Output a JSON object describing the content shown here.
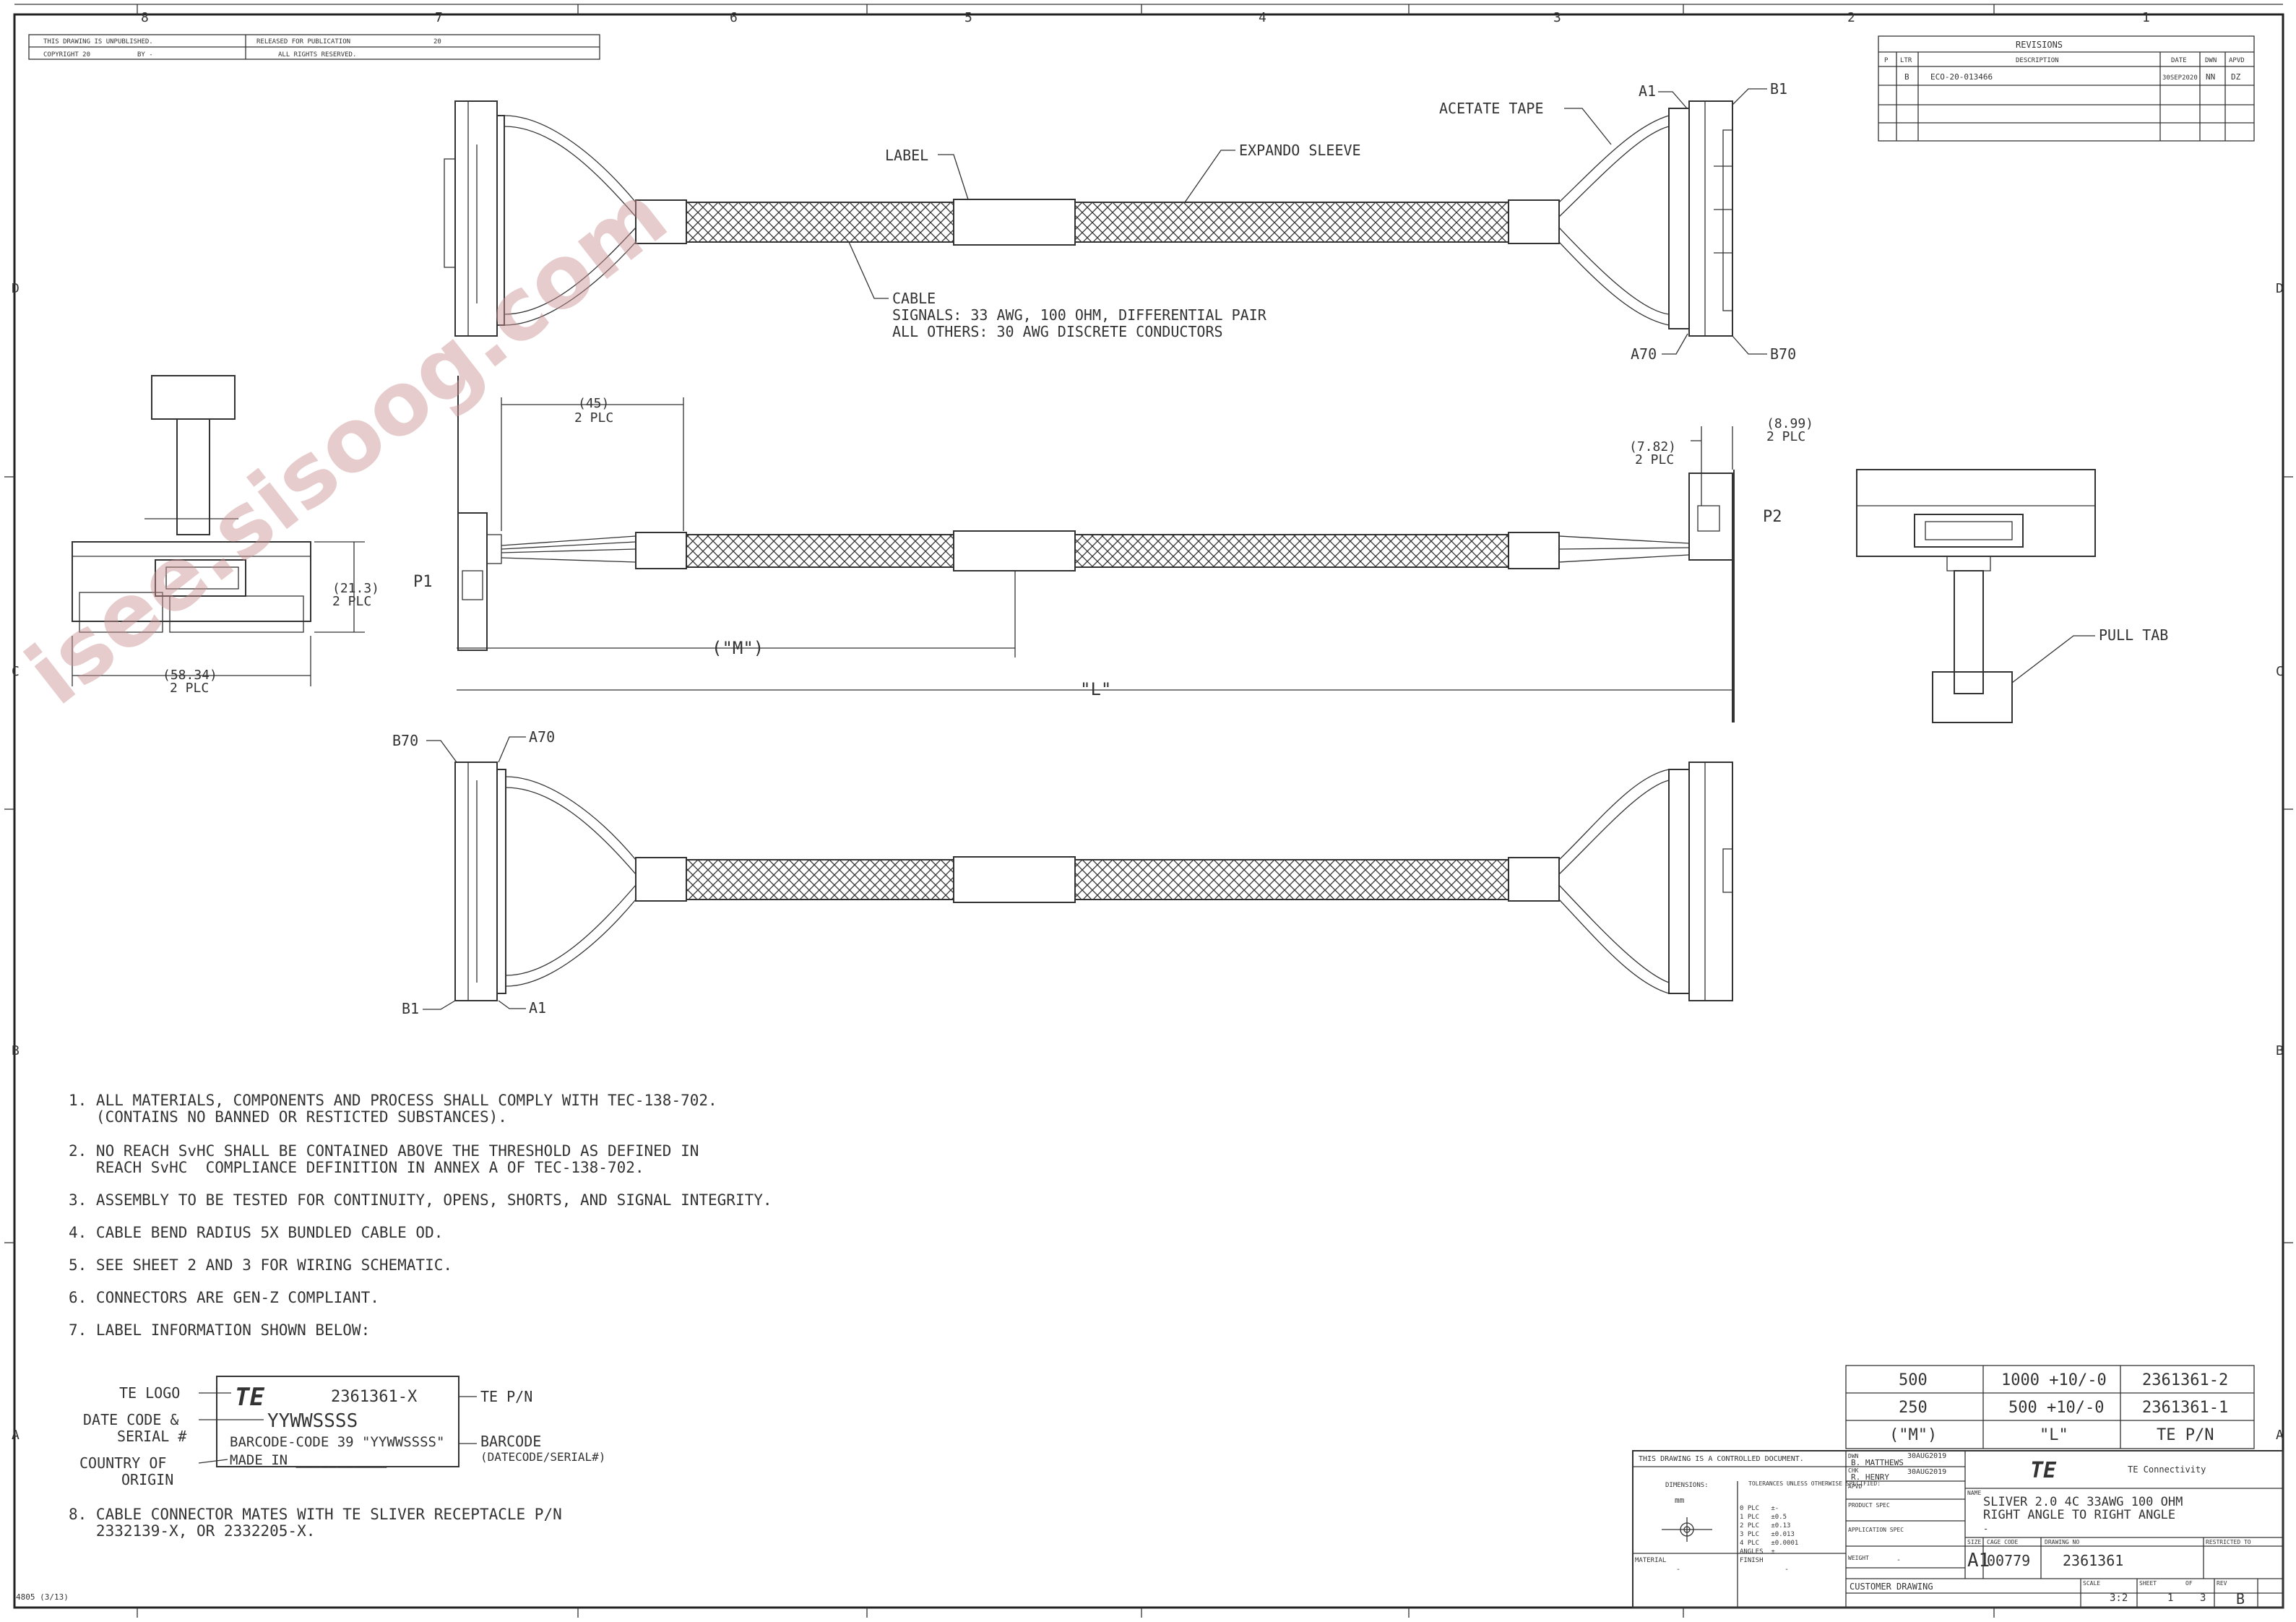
{
  "border": {
    "top_zones": [
      "8",
      "7",
      "6",
      "5",
      "4",
      "3",
      "2",
      "1"
    ],
    "side_zones": [
      "D",
      "C",
      "B",
      "A"
    ],
    "corner_code": "4805 (3/13)"
  },
  "header_strip": {
    "unpublished": "THIS DRAWING IS UNPUBLISHED.",
    "copyright": "COPYRIGHT 20",
    "by": "BY -",
    "released": "RELEASED FOR PUBLICATION",
    "year": "20",
    "rights": "ALL RIGHTS RESERVED."
  },
  "revisions": {
    "title": "REVISIONS",
    "headers": [
      "P",
      "LTR",
      "DESCRIPTION",
      "DATE",
      "DWN",
      "APVD"
    ],
    "row": [
      "",
      "B",
      "ECO-20-013466",
      "30SEP2020",
      "NN",
      "DZ"
    ]
  },
  "callouts": {
    "label": "LABEL",
    "expando": "EXPANDO SLEEVE",
    "acetate": "ACETATE TAPE",
    "a1": "A1",
    "b1": "B1",
    "a70": "A70",
    "b70": "B70",
    "cable": "CABLE",
    "signals": "SIGNALS: 33 AWG, 100 OHM, DIFFERENTIAL PAIR",
    "others": "ALL OTHERS: 30 AWG DISCRETE CONDUCTORS",
    "pull_tab": "PULL TAB",
    "p1": "P1",
    "p2": "P2"
  },
  "dims": {
    "d45": "(45)",
    "plc": "2 PLC",
    "d899": "(8.99)",
    "d782": "(7.82)",
    "d213": "(21.3)",
    "d5834": "(58.34)",
    "m": "(\"M\")",
    "l": "\"L\""
  },
  "notes": [
    "1. ALL MATERIALS, COMPONENTS AND PROCESS SHALL COMPLY WITH TEC-138-702.",
    "   (CONTAINS NO BANNED OR RESTICTED SUBSTANCES).",
    "2. NO REACH SvHC SHALL BE CONTAINED ABOVE THE THRESHOLD AS DEFINED IN",
    "   REACH SvHC  COMPLIANCE DEFINITION IN ANNEX A OF TEC-138-702.",
    "3. ASSEMBLY TO BE TESTED FOR CONTINUITY, OPENS, SHORTS, AND SIGNAL INTEGRITY.",
    "4. CABLE BEND RADIUS 5X BUNDLED CABLE OD.",
    "5. SEE SHEET 2 AND 3 FOR WIRING SCHEMATIC.",
    "6. CONNECTORS ARE GEN-Z COMPLIANT.",
    "7. LABEL INFORMATION SHOWN BELOW:",
    "8. CABLE CONNECTOR MATES WITH TE SLIVER RECEPTACLE P/N",
    "   2332139-X, OR 2332205-X."
  ],
  "label_info": {
    "te_logo": "TE LOGO",
    "date_code": "DATE CODE &",
    "serial": "SERIAL #",
    "country": "COUNTRY OF",
    "origin": "ORIGIN",
    "te_pn": "TE P/N",
    "barcode": "BARCODE",
    "barcode_sub": "(DATECODE/SERIAL#)",
    "box_logo": "TE",
    "box_pn": "2361361-X",
    "box_date": "YYWWSSSS",
    "box_barcode": "BARCODE-CODE 39 \"YYWWSSSS\"",
    "box_made": "MADE IN ___________"
  },
  "pn_table": {
    "rows": [
      [
        "500",
        "1000 +10/-0",
        "2361361-2"
      ],
      [
        "250",
        "500 +10/-0",
        "2361361-1"
      ]
    ],
    "headers": [
      "(\"M\")",
      "\"L\"",
      "TE P/N"
    ]
  },
  "title_block": {
    "controlled": "THIS DRAWING IS A CONTROLLED DOCUMENT.",
    "dimensions": "DIMENSIONS:",
    "units": "mm",
    "tolerances": "TOLERANCES UNLESS OTHERWISE SPECIFIED:",
    "tol_lines": [
      "0 PLC   ±-",
      "1 PLC   ±0.5",
      "2 PLC   ±0.13",
      "3 PLC   ±0.013",
      "4 PLC   ±0.0001",
      "ANGLES  ±"
    ],
    "dwn_label": "DWN",
    "dwn_name": "B. MATTHEWS",
    "dwn_date": "30AUG2019",
    "chk_label": "CHK",
    "chk_name": "R. HENRY",
    "chk_date": "30AUG2019",
    "apvd_label": "APVD",
    "product_spec": "PRODUCT SPEC",
    "application_spec": "APPLICATION SPEC",
    "weight": "WEIGHT",
    "material": "MATERIAL",
    "finish": "FINISH",
    "dash": "-",
    "company_logo": "TE",
    "company": "TE Connectivity",
    "name_label": "NAME",
    "title1": "SLIVER 2.0 4C 33AWG 100 OHM",
    "title2": "RIGHT ANGLE TO RIGHT ANGLE",
    "size_label": "SIZE",
    "size": "A1",
    "cage_label": "CAGE CODE",
    "cage": "00779",
    "dwg_label": "DRAWING NO",
    "dwg_no": "2361361",
    "restricted": "RESTRICTED TO",
    "customer": "CUSTOMER DRAWING",
    "scale_label": "SCALE",
    "scale": "3:2",
    "sheet_label": "SHEET",
    "sheet": "1",
    "of_label": "OF",
    "of": "3",
    "rev_label": "REV",
    "rev": "B"
  },
  "watermark": "isee.sisoog.com"
}
